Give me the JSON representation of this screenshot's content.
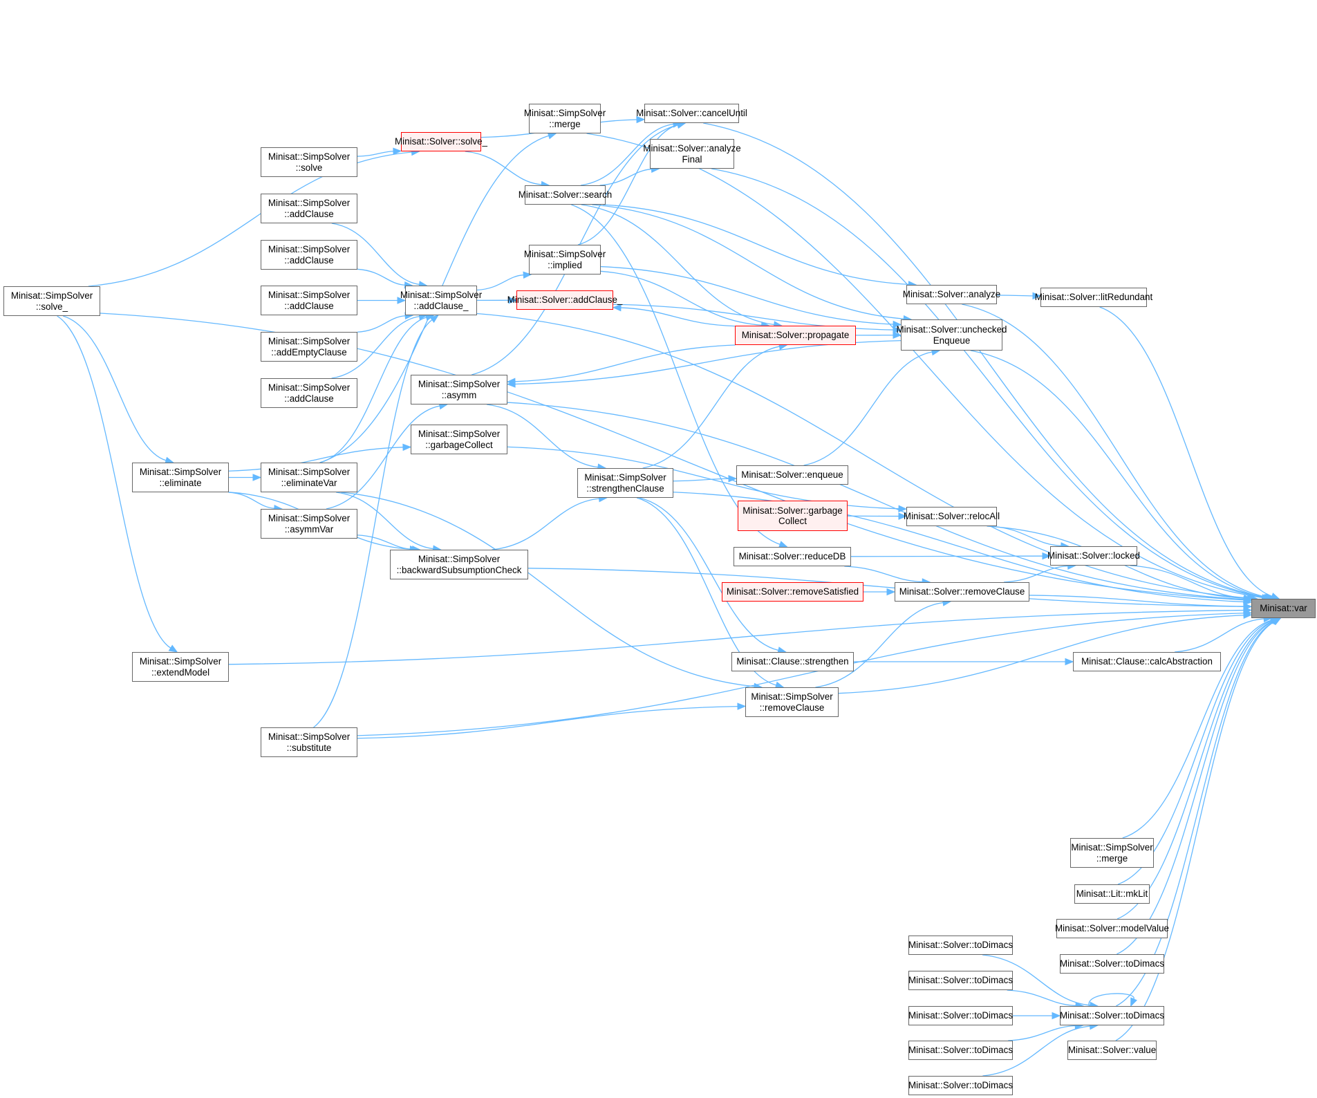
{
  "graph": {
    "title": "Caller graph of Minisat::var",
    "edge_color": "#63b8ff",
    "node_border_color": "#666666",
    "truncated_node_border_color": "#ff0000",
    "truncated_node_fill": "#fff0f0",
    "focus_node_fill": "#999999",
    "nodes": {
      "var": {
        "lines": [
          "Minisat::var"
        ],
        "style": "focus"
      },
      "simp_solve_": {
        "lines": [
          "Minisat::SimpSolver",
          "::solve_"
        ]
      },
      "simp_solve": {
        "lines": [
          "Minisat::SimpSolver",
          "::solve"
        ]
      },
      "simp_addClause1": {
        "lines": [
          "Minisat::SimpSolver",
          "::addClause"
        ]
      },
      "simp_addClause2": {
        "lines": [
          "Minisat::SimpSolver",
          "::addClause"
        ]
      },
      "simp_addClause3": {
        "lines": [
          "Minisat::SimpSolver",
          "::addClause"
        ]
      },
      "simp_addEmptyClause": {
        "lines": [
          "Minisat::SimpSolver",
          "::addEmptyClause"
        ]
      },
      "simp_addClause4": {
        "lines": [
          "Minisat::SimpSolver",
          "::addClause"
        ]
      },
      "simp_eliminate": {
        "lines": [
          "Minisat::SimpSolver",
          "::eliminate"
        ]
      },
      "simp_eliminateVar": {
        "lines": [
          "Minisat::SimpSolver",
          "::eliminateVar"
        ]
      },
      "simp_asymmVar": {
        "lines": [
          "Minisat::SimpSolver",
          "::asymmVar"
        ]
      },
      "simp_extendModel": {
        "lines": [
          "Minisat::SimpSolver",
          "::extendModel"
        ]
      },
      "simp_substitute": {
        "lines": [
          "Minisat::SimpSolver",
          "::substitute"
        ]
      },
      "solver_solve_": {
        "lines": [
          "Minisat::Solver::solve_"
        ],
        "style": "truncated"
      },
      "simp_addClause_": {
        "lines": [
          "Minisat::SimpSolver",
          "::addClause_"
        ]
      },
      "simp_asymm": {
        "lines": [
          "Minisat::SimpSolver",
          "::asymm"
        ]
      },
      "simp_garbageCollect": {
        "lines": [
          "Minisat::SimpSolver",
          "::garbageCollect"
        ]
      },
      "simp_backwardSubsumptionCheck": {
        "lines": [
          "Minisat::SimpSolver",
          "::backwardSubsumptionCheck"
        ]
      },
      "simp_merge_mid": {
        "lines": [
          "Minisat::SimpSolver",
          "::merge"
        ]
      },
      "solver_search": {
        "lines": [
          "Minisat::Solver::search"
        ]
      },
      "simp_implied": {
        "lines": [
          "Minisat::SimpSolver",
          "::implied"
        ]
      },
      "solver_addClause_": {
        "lines": [
          "Minisat::Solver::addClause_"
        ],
        "style": "truncated"
      },
      "simp_strengthenClause": {
        "lines": [
          "Minisat::SimpSolver",
          "::strengthenClause"
        ]
      },
      "solver_cancelUntil": {
        "lines": [
          "Minisat::Solver::cancelUntil"
        ]
      },
      "solver_analyzeFinal": {
        "lines": [
          "Minisat::Solver::analyze",
          "Final"
        ]
      },
      "solver_propagate": {
        "lines": [
          "Minisat::Solver::propagate"
        ],
        "style": "truncated"
      },
      "solver_enqueue": {
        "lines": [
          "Minisat::Solver::enqueue"
        ]
      },
      "solver_garbageCollect": {
        "lines": [
          "Minisat::Solver::garbage",
          "Collect"
        ],
        "style": "truncated"
      },
      "solver_reduceDB": {
        "lines": [
          "Minisat::Solver::reduceDB"
        ]
      },
      "solver_removeSatisfied": {
        "lines": [
          "Minisat::Solver::removeSatisfied"
        ],
        "style": "truncated"
      },
      "clause_strengthen": {
        "lines": [
          "Minisat::Clause::strengthen"
        ]
      },
      "simp_removeClause": {
        "lines": [
          "Minisat::SimpSolver",
          "::removeClause"
        ]
      },
      "solver_analyze": {
        "lines": [
          "Minisat::Solver::analyze"
        ]
      },
      "solver_uncheckedEnqueue": {
        "lines": [
          "Minisat::Solver::unchecked",
          "Enqueue"
        ]
      },
      "solver_relocAll": {
        "lines": [
          "Minisat::Solver::relocAll"
        ]
      },
      "solver_removeClause": {
        "lines": [
          "Minisat::Solver::removeClause"
        ]
      },
      "solver_litRedundant": {
        "lines": [
          "Minisat::Solver::litRedundant"
        ]
      },
      "solver_locked": {
        "lines": [
          "Minisat::Solver::locked"
        ]
      },
      "clause_calcAbstraction": {
        "lines": [
          "Minisat::Clause::calcAbstraction"
        ]
      },
      "simp_merge_right": {
        "lines": [
          "Minisat::SimpSolver",
          "::merge"
        ]
      },
      "lit_mkLit": {
        "lines": [
          "Minisat::Lit::mkLit"
        ]
      },
      "solver_modelValue": {
        "lines": [
          "Minisat::Solver::modelValue"
        ]
      },
      "solver_toDimacs_a": {
        "lines": [
          "Minisat::Solver::toDimacs"
        ]
      },
      "solver_toDimacs_hub": {
        "lines": [
          "Minisat::Solver::toDimacs"
        ]
      },
      "solver_value": {
        "lines": [
          "Minisat::Solver::value"
        ]
      },
      "solver_toDimacs_l1": {
        "lines": [
          "Minisat::Solver::toDimacs"
        ]
      },
      "solver_toDimacs_l2": {
        "lines": [
          "Minisat::Solver::toDimacs"
        ]
      },
      "solver_toDimacs_l3": {
        "lines": [
          "Minisat::Solver::toDimacs"
        ]
      },
      "solver_toDimacs_l4": {
        "lines": [
          "Minisat::Solver::toDimacs"
        ]
      },
      "solver_toDimacs_l5": {
        "lines": [
          "Minisat::Solver::toDimacs"
        ]
      }
    },
    "edges": [
      [
        "simp_solve_",
        "solver_solve_"
      ],
      [
        "simp_solve_",
        "simp_eliminate"
      ],
      [
        "simp_solve_",
        "simp_extendModel"
      ],
      [
        "simp_solve_",
        "var"
      ],
      [
        "simp_solve",
        "solver_solve_"
      ],
      [
        "simp_addClause1",
        "simp_addClause_"
      ],
      [
        "simp_addClause2",
        "simp_addClause_"
      ],
      [
        "simp_addClause3",
        "simp_addClause_"
      ],
      [
        "simp_addEmptyClause",
        "simp_addClause_"
      ],
      [
        "simp_addClause4",
        "simp_addClause_"
      ],
      [
        "simp_eliminate",
        "simp_eliminateVar"
      ],
      [
        "simp_eliminate",
        "simp_asymmVar"
      ],
      [
        "simp_eliminate",
        "simp_garbageCollect"
      ],
      [
        "simp_eliminate",
        "simp_backwardSubsumptionCheck"
      ],
      [
        "simp_eliminateVar",
        "simp_addClause_"
      ],
      [
        "simp_eliminateVar",
        "simp_merge_mid"
      ],
      [
        "simp_eliminateVar",
        "simp_backwardSubsumptionCheck"
      ],
      [
        "simp_eliminateVar",
        "simp_removeClause"
      ],
      [
        "simp_asymmVar",
        "simp_asymm"
      ],
      [
        "simp_asymmVar",
        "simp_backwardSubsumptionCheck"
      ],
      [
        "simp_extendModel",
        "var"
      ],
      [
        "simp_substitute",
        "simp_addClause_"
      ],
      [
        "simp_substitute",
        "simp_removeClause"
      ],
      [
        "simp_substitute",
        "var"
      ],
      [
        "solver_solve_",
        "solver_search"
      ],
      [
        "solver_solve_",
        "solver_cancelUntil"
      ],
      [
        "simp_addClause_",
        "simp_implied"
      ],
      [
        "simp_addClause_",
        "solver_addClause_"
      ],
      [
        "simp_addClause_",
        "var"
      ],
      [
        "simp_asymm",
        "solver_cancelUntil"
      ],
      [
        "simp_asymm",
        "simp_strengthenClause"
      ],
      [
        "simp_asymm",
        "var"
      ],
      [
        "simp_backwardSubsumptionCheck",
        "simp_strengthenClause"
      ],
      [
        "simp_backwardSubsumptionCheck",
        "var"
      ],
      [
        "simp_garbageCollect",
        "solver_relocAll"
      ],
      [
        "simp_merge_mid",
        "var"
      ],
      [
        "solver_search",
        "solver_cancelUntil"
      ],
      [
        "solver_search",
        "solver_analyzeFinal"
      ],
      [
        "solver_search",
        "solver_analyze"
      ],
      [
        "solver_search",
        "solver_propagate"
      ],
      [
        "solver_search",
        "solver_uncheckedEnqueue"
      ],
      [
        "solver_search",
        "solver_reduceDB"
      ],
      [
        "simp_implied",
        "solver_cancelUntil"
      ],
      [
        "simp_implied",
        "solver_propagate"
      ],
      [
        "simp_implied",
        "solver_uncheckedEnqueue"
      ],
      [
        "solver_addClause_",
        "solver_uncheckedEnqueue"
      ],
      [
        "simp_strengthenClause",
        "solver_propagate"
      ],
      [
        "simp_strengthenClause",
        "solver_enqueue"
      ],
      [
        "simp_strengthenClause",
        "clause_strengthen"
      ],
      [
        "simp_strengthenClause",
        "simp_removeClause"
      ],
      [
        "simp_strengthenClause",
        "var"
      ],
      [
        "solver_cancelUntil",
        "var"
      ],
      [
        "solver_analyzeFinal",
        "var"
      ],
      [
        "solver_propagate",
        "simp_asymm"
      ],
      [
        "solver_propagate",
        "solver_addClause_"
      ],
      [
        "solver_propagate",
        "solver_uncheckedEnqueue"
      ],
      [
        "solver_enqueue",
        "solver_uncheckedEnqueue"
      ],
      [
        "solver_garbageCollect",
        "solver_relocAll"
      ],
      [
        "solver_reduceDB",
        "solver_removeClause"
      ],
      [
        "solver_reduceDB",
        "solver_locked"
      ],
      [
        "solver_removeSatisfied",
        "solver_removeClause"
      ],
      [
        "clause_strengthen",
        "clause_calcAbstraction"
      ],
      [
        "simp_removeClause",
        "solver_removeClause"
      ],
      [
        "simp_removeClause",
        "var"
      ],
      [
        "solver_analyze",
        "solver_litRedundant"
      ],
      [
        "solver_analyze",
        "var"
      ],
      [
        "solver_uncheckedEnqueue",
        "simp_asymm"
      ],
      [
        "solver_uncheckedEnqueue",
        "var"
      ],
      [
        "solver_relocAll",
        "solver_locked"
      ],
      [
        "solver_relocAll",
        "var"
      ],
      [
        "solver_removeClause",
        "solver_locked"
      ],
      [
        "solver_removeClause",
        "var"
      ],
      [
        "solver_litRedundant",
        "var"
      ],
      [
        "solver_locked",
        "var"
      ],
      [
        "clause_calcAbstraction",
        "var"
      ],
      [
        "simp_merge_right",
        "var"
      ],
      [
        "lit_mkLit",
        "var"
      ],
      [
        "solver_modelValue",
        "var"
      ],
      [
        "solver_toDimacs_a",
        "var"
      ],
      [
        "solver_toDimacs_hub",
        "solver_toDimacs_hub"
      ],
      [
        "solver_toDimacs_hub",
        "var"
      ],
      [
        "solver_value",
        "var"
      ],
      [
        "solver_toDimacs_l1",
        "solver_toDimacs_hub"
      ],
      [
        "solver_toDimacs_l2",
        "solver_toDimacs_hub"
      ],
      [
        "solver_toDimacs_l3",
        "solver_toDimacs_hub"
      ],
      [
        "solver_toDimacs_l4",
        "solver_toDimacs_hub"
      ],
      [
        "solver_toDimacs_l5",
        "solver_toDimacs_hub"
      ]
    ]
  }
}
